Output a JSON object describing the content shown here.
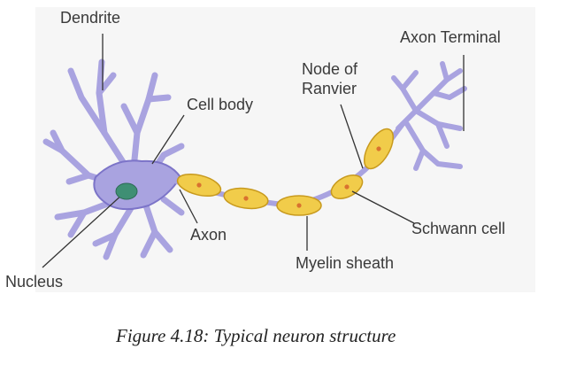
{
  "diagram": {
    "labels": {
      "dendrite": "Dendrite",
      "axon_terminal": "Axon Terminal",
      "node_of_ranvier_line1": "Node of",
      "node_of_ranvier_line2": "Ranvier",
      "cell_body": "Cell body",
      "axon": "Axon",
      "schwann_cell": "Schwann cell",
      "myelin_sheath": "Myelin sheath",
      "nucleus": "Nucleus"
    },
    "colors": {
      "panel_background": "#f6f6f6",
      "neuron_fill": "#a9a3e0",
      "neuron_stroke": "#7c74c8",
      "nucleus_fill": "#3f8f74",
      "myelin_fill": "#f1cc4a",
      "myelin_stroke": "#c89a1e",
      "node_dot": "#d9722f",
      "leader_line": "#333333"
    }
  },
  "caption": "Figure 4.18: Typical neuron structure"
}
